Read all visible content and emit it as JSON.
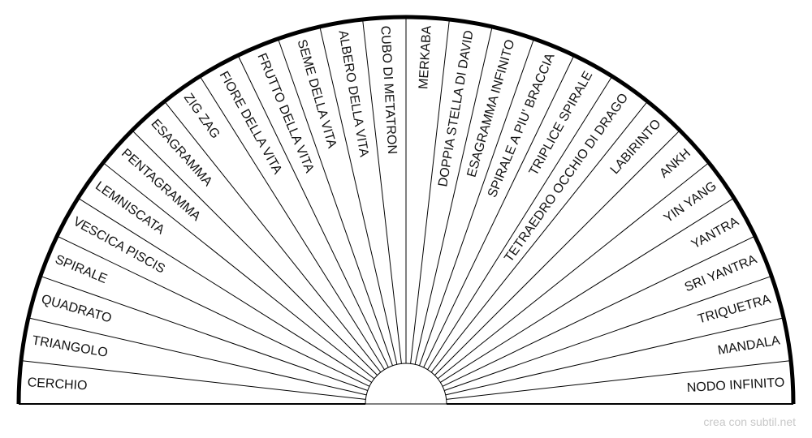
{
  "chart_data": {
    "type": "semicircle-dial",
    "segments": [
      "CERCHIO",
      "TRIANGOLO",
      "QUADRATO",
      "SPIRALE",
      "VESCICA PISCIS",
      "LEMNISCATA",
      "PENTAGRAMMA",
      "ESAGRAMMA",
      "ZIG ZAG",
      "FIORE DELLA VITA",
      "FRUTTO DELLA VITA",
      "SEME DELLA VITA",
      "ALBERO DELLA VITA",
      "CUBO DI METATRON",
      "MERKABA",
      "DOPPIA STELLA DI DAVID",
      "ESAGRAMMA INFINITO",
      "SPIRALE A PIU' BRACCIA",
      "TRIPLICE SPIRALE",
      "TETRAEDRO OCCHIO DI DRAGO",
      "LABIRINTO",
      "ANKH",
      "YIN YANG",
      "YANTRA",
      "SRI YANTRA",
      "TRIQUETRA",
      "MANDALA",
      "NODO INFINITO"
    ]
  },
  "colors": {
    "outline": "#000000",
    "text": "#111111",
    "footer": "#c8c8c8"
  },
  "footer": {
    "credit": "crea con subtil.net"
  }
}
